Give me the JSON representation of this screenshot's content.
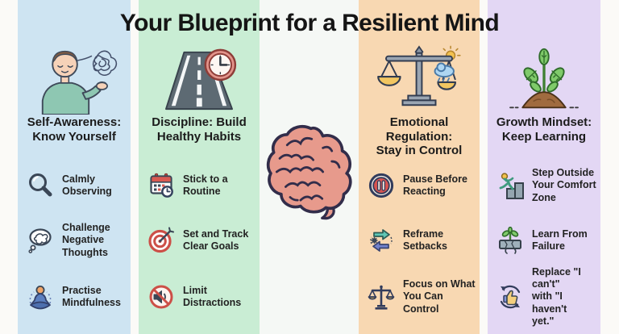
{
  "title": "Your Blueprint for a Resilient Mind",
  "colors": {
    "page_bg": "#fbfaf7",
    "title_text": "#151515",
    "center_bg": "#f5f8f5",
    "brain_fill": "#e79a8c",
    "outline_dark": "#322d4a"
  },
  "columns": [
    {
      "name": "self-awareness",
      "bg": "#cee4f2",
      "illustration": "person-tangled-thoughts-illustration",
      "header": "Self-Awareness:\nKnow Yourself",
      "items": [
        {
          "icon": "magnifier-icon",
          "label": "Calmly\nObserving"
        },
        {
          "icon": "thought-scribble-icon",
          "label": "Challenge\nNegative\nThoughts"
        },
        {
          "icon": "meditation-icon",
          "label": "Practise\nMindfulness"
        }
      ]
    },
    {
      "name": "discipline",
      "bg": "#c9edd4",
      "illustration": "road-clock-illustration",
      "header": "Discipline: Build\nHealthy Habits",
      "items": [
        {
          "icon": "calendar-clock-icon",
          "label": "Stick to a\nRoutine"
        },
        {
          "icon": "target-dart-icon",
          "label": "Set and Track\nClear Goals"
        },
        {
          "icon": "muted-speaker-icon",
          "label": "Limit\nDistractions"
        }
      ]
    },
    {
      "name": "emotional-regulation",
      "bg": "#f8d8b2",
      "illustration": "scale-weather-illustration",
      "header": "Emotional\nRegulation:\nStay in Control",
      "items": [
        {
          "icon": "pause-button-icon",
          "label": "Pause Before\nReacting"
        },
        {
          "icon": "reframe-arrows-icon",
          "label": "Reframe\nSetbacks"
        },
        {
          "icon": "balance-scale-icon",
          "label": "Focus on What\nYou Can Control"
        }
      ]
    },
    {
      "name": "growth-mindset",
      "bg": "#e3d7f4",
      "illustration": "plant-sprout-illustration",
      "header": "Growth Mindset:\nKeep Learning",
      "items": [
        {
          "icon": "stairs-climb-icon",
          "label": "Step Outside\nYour Comfort\nZone"
        },
        {
          "icon": "sprout-rock-icon",
          "label": "Learn From\nFailure"
        },
        {
          "icon": "thumbs-up-cycle-icon",
          "label": "Replace \"I can't\"\nwith \"I haven't\nyet.\""
        }
      ]
    }
  ],
  "center": {
    "illustration": "brain-illustration"
  }
}
